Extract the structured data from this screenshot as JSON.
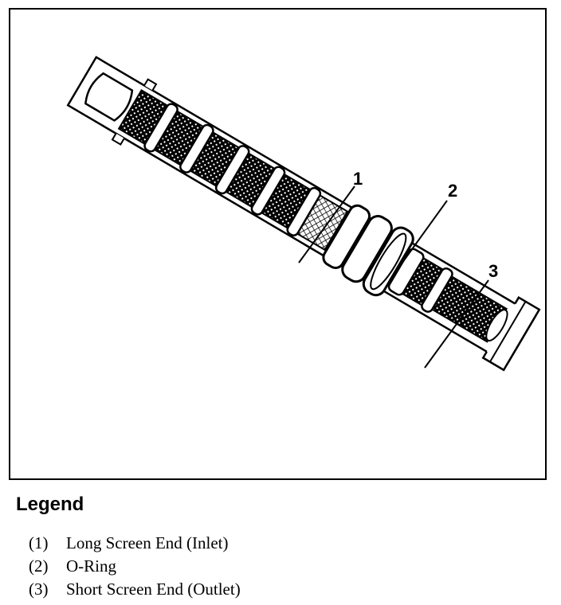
{
  "figure": {
    "callouts": [
      {
        "id": "1",
        "label": "1"
      },
      {
        "id": "2",
        "label": "2"
      },
      {
        "id": "3",
        "label": "3"
      }
    ]
  },
  "legend": {
    "title": "Legend",
    "items": [
      {
        "number": "(1)",
        "text": "Long Screen End (Inlet)"
      },
      {
        "number": "(2)",
        "text": "O-Ring"
      },
      {
        "number": "(3)",
        "text": "Short Screen End (Outlet)"
      }
    ]
  },
  "colors": {
    "line": "#000000",
    "background": "#ffffff",
    "hatch": "#000000"
  }
}
